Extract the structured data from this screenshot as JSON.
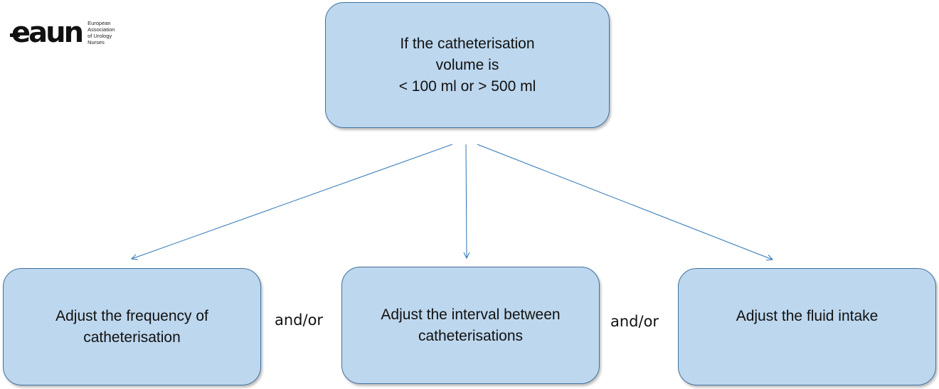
{
  "logo": {
    "mark": "eaun",
    "lines": [
      "European",
      "Association",
      "of Urology",
      "Nurses"
    ]
  },
  "diagram": {
    "condition": {
      "lines": [
        "If the catheterisation",
        "volume is",
        "< 100 ml or > 500 ml"
      ]
    },
    "actions": [
      {
        "lines": [
          "Adjust the frequency of",
          "catheterisation"
        ]
      },
      {
        "lines": [
          "Adjust the interval between",
          "catheterisations"
        ]
      },
      {
        "lines": [
          "Adjust the fluid intake"
        ]
      }
    ],
    "connectors": [
      "and/or",
      "and/or"
    ],
    "colors": {
      "box_fill": "#bdd7ee",
      "box_border": "#41719c",
      "arrow": "#2e75b6"
    }
  }
}
